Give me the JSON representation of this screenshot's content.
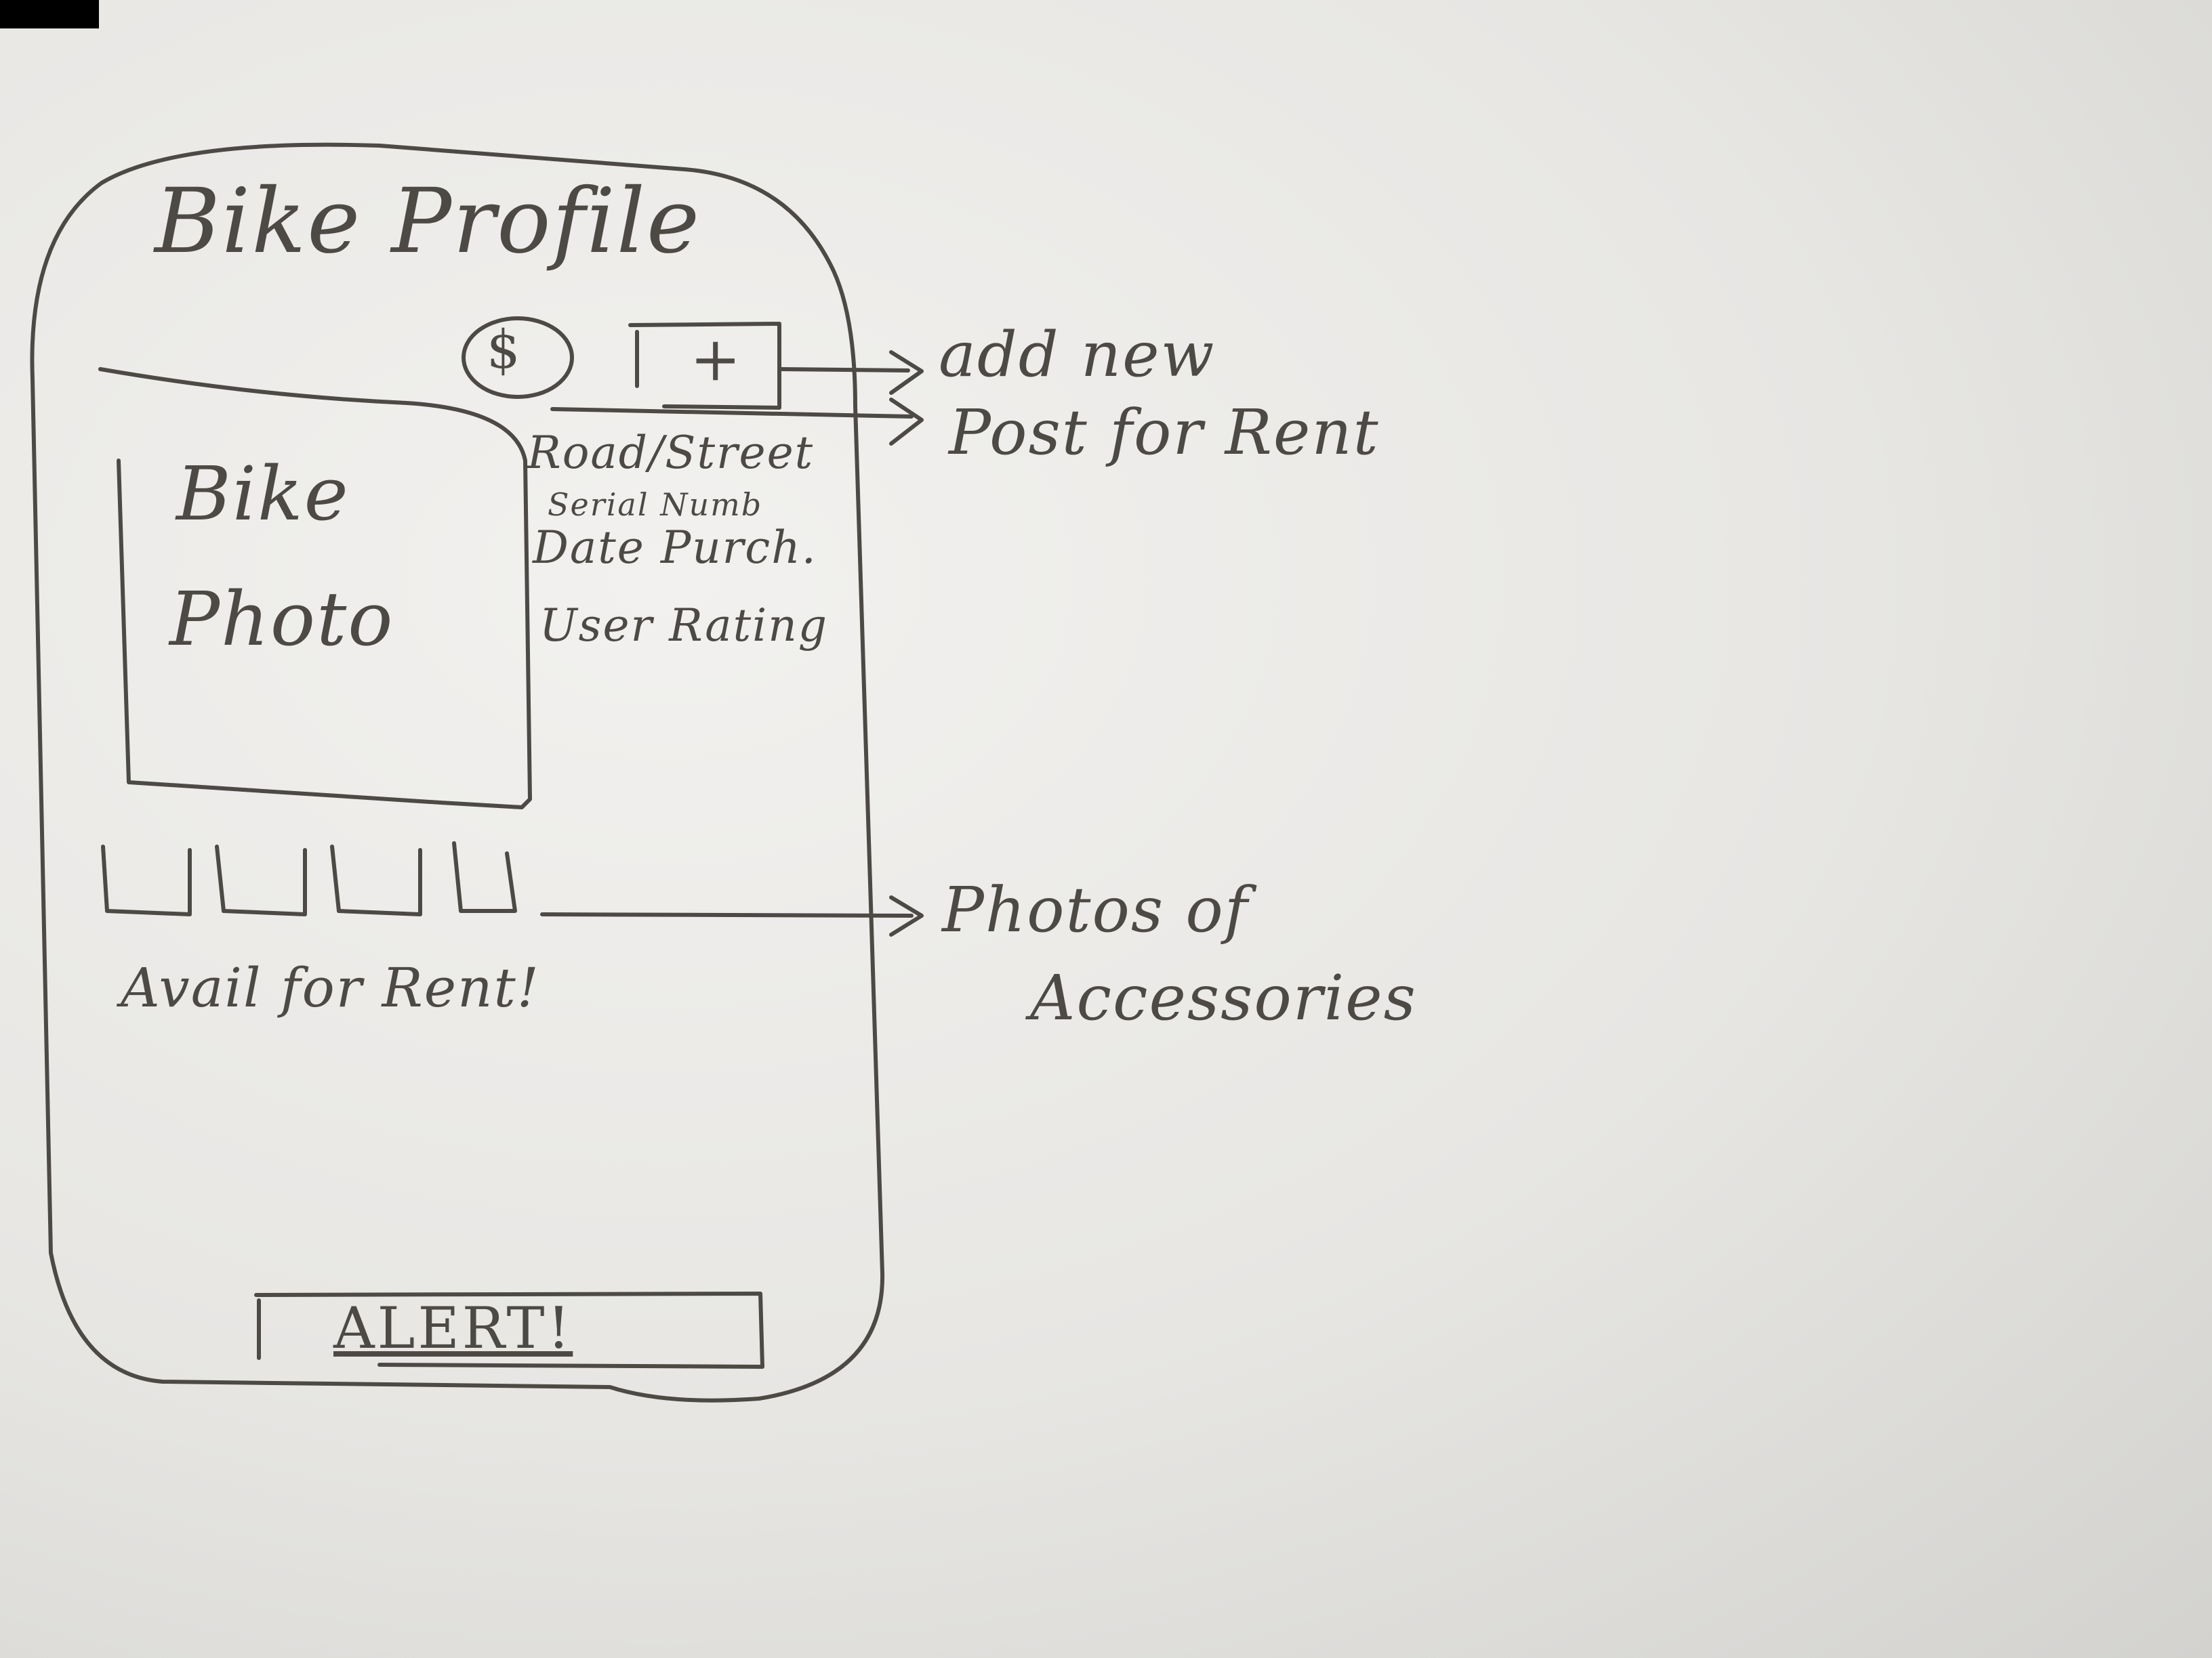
{
  "screen": {
    "title": "Bike Profile",
    "rent_icon": "$",
    "add_icon": "+",
    "photo_placeholder": [
      "Bike",
      "Photo"
    ],
    "details": [
      "Road/Street",
      "Serial Numb",
      "Date Purch.",
      "User Rating"
    ],
    "accessory_thumbnail_count": 4,
    "availability": "Avail for Rent!",
    "alert_button": "ALERT!"
  },
  "annotations": {
    "add_new": "add new",
    "post_for_rent": "Post for Rent",
    "photos_of_accessories": [
      "Photos of",
      "Accessories"
    ]
  },
  "colors": {
    "ink": "#4d4a46",
    "paper": "#e9e8e5"
  }
}
